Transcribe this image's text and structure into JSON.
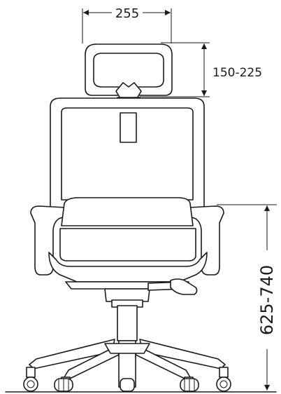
{
  "dimensions": {
    "width_label": "255",
    "headrest_adjust_label": "150-225",
    "height_range_label": "625-740"
  }
}
